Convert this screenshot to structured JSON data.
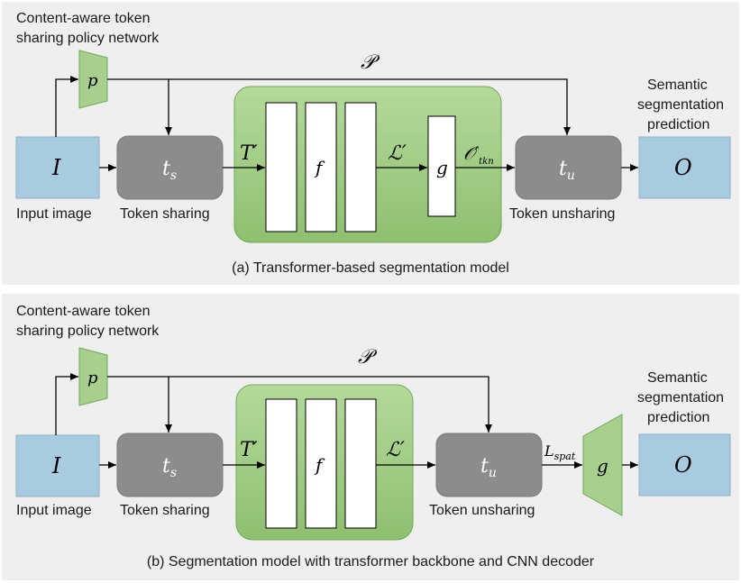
{
  "panels": [
    {
      "id": "a",
      "policy_label_line1": "Content-aware token",
      "policy_label_line2": "sharing policy network",
      "p_symbol": "p",
      "P_symbol": "𝒫",
      "input_symbol": "I",
      "input_label": "Input image",
      "ts_main": "t",
      "ts_sub": "s",
      "ts_label": "Token sharing",
      "T_prime": "T′",
      "f_symbol": "f",
      "L_prime": "ℒ′",
      "g_symbol": "g",
      "O_tkn_main": "𝒪′",
      "O_tkn_sub": "tkn",
      "tu_main": "t",
      "tu_sub": "u",
      "tu_label": "Token unsharing",
      "out_symbol": "O",
      "pred_line1": "Semantic",
      "pred_line2": "segmentation",
      "pred_line3": "prediction",
      "caption": "(a) Transformer-based segmentation model"
    },
    {
      "id": "b",
      "policy_label_line1": "Content-aware token",
      "policy_label_line2": "sharing policy network",
      "p_symbol": "p",
      "P_symbol": "𝒫",
      "input_symbol": "I",
      "input_label": "Input image",
      "ts_main": "t",
      "ts_sub": "s",
      "ts_label": "Token sharing",
      "T_prime": "T′",
      "f_symbol": "f",
      "L_prime": "ℒ′",
      "tu_main": "t",
      "tu_sub": "u",
      "tu_label": "Token unsharing",
      "Lspat_main": "L",
      "Lspat_sub": "spat",
      "g_symbol": "g",
      "out_symbol": "O",
      "pred_line1": "Semantic",
      "pred_line2": "segmentation",
      "pred_line3": "prediction",
      "caption": "(b) Segmentation model with transformer backbone and CNN decoder"
    }
  ],
  "colors": {
    "panel_bg": "#efefef",
    "input_fill": "#a9cbe0",
    "gray_box": "#8c8c8c",
    "green_fill": "#a9cf8e",
    "green_stroke": "#70a955"
  }
}
